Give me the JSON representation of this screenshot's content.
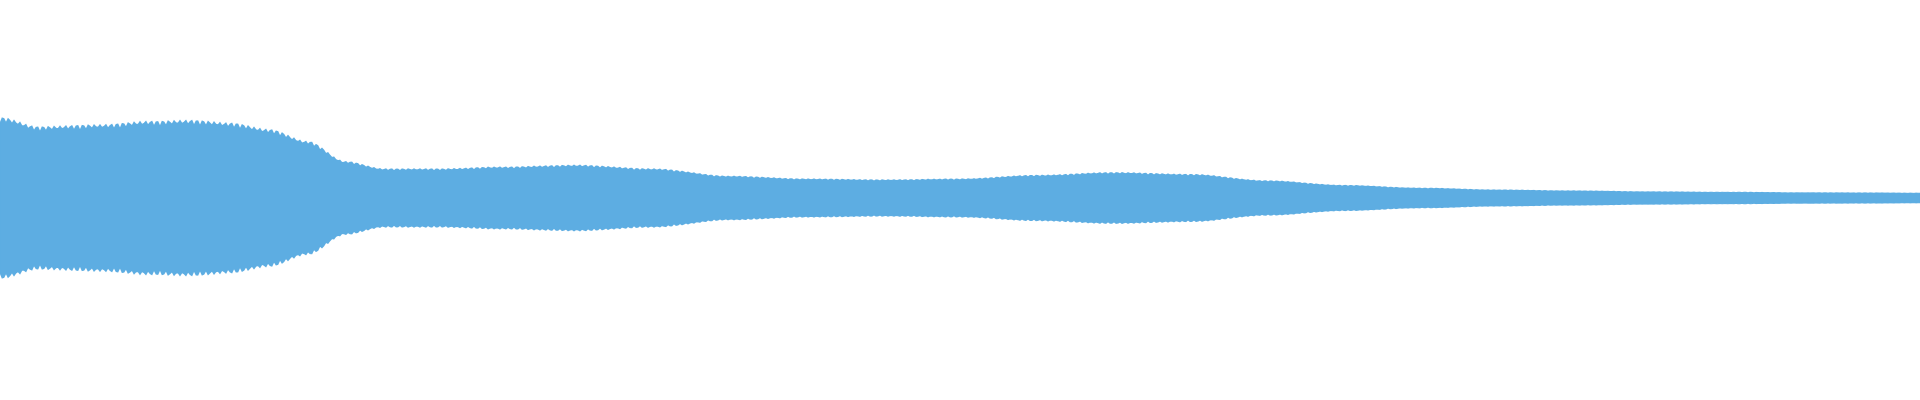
{
  "waveform": {
    "color": "#5dade2",
    "background": "#ffffff",
    "envelope": [
      {
        "t": 0.0,
        "a": 0.88
      },
      {
        "t": 0.02,
        "a": 0.78
      },
      {
        "t": 0.05,
        "a": 0.8
      },
      {
        "t": 0.08,
        "a": 0.84
      },
      {
        "t": 0.1,
        "a": 0.85
      },
      {
        "t": 0.12,
        "a": 0.82
      },
      {
        "t": 0.14,
        "a": 0.75
      },
      {
        "t": 0.16,
        "a": 0.62
      },
      {
        "t": 0.18,
        "a": 0.4
      },
      {
        "t": 0.2,
        "a": 0.32
      },
      {
        "t": 0.23,
        "a": 0.32
      },
      {
        "t": 0.26,
        "a": 0.34
      },
      {
        "t": 0.3,
        "a": 0.36
      },
      {
        "t": 0.34,
        "a": 0.32
      },
      {
        "t": 0.38,
        "a": 0.24
      },
      {
        "t": 0.42,
        "a": 0.21
      },
      {
        "t": 0.46,
        "a": 0.2
      },
      {
        "t": 0.5,
        "a": 0.21
      },
      {
        "t": 0.54,
        "a": 0.25
      },
      {
        "t": 0.58,
        "a": 0.28
      },
      {
        "t": 0.62,
        "a": 0.26
      },
      {
        "t": 0.66,
        "a": 0.19
      },
      {
        "t": 0.7,
        "a": 0.14
      },
      {
        "t": 0.74,
        "a": 0.11
      },
      {
        "t": 0.78,
        "a": 0.09
      },
      {
        "t": 0.82,
        "a": 0.08
      },
      {
        "t": 0.86,
        "a": 0.07
      },
      {
        "t": 0.9,
        "a": 0.065
      },
      {
        "t": 0.94,
        "a": 0.06
      },
      {
        "t": 0.97,
        "a": 0.058
      },
      {
        "t": 1.0,
        "a": 0.055
      }
    ]
  }
}
